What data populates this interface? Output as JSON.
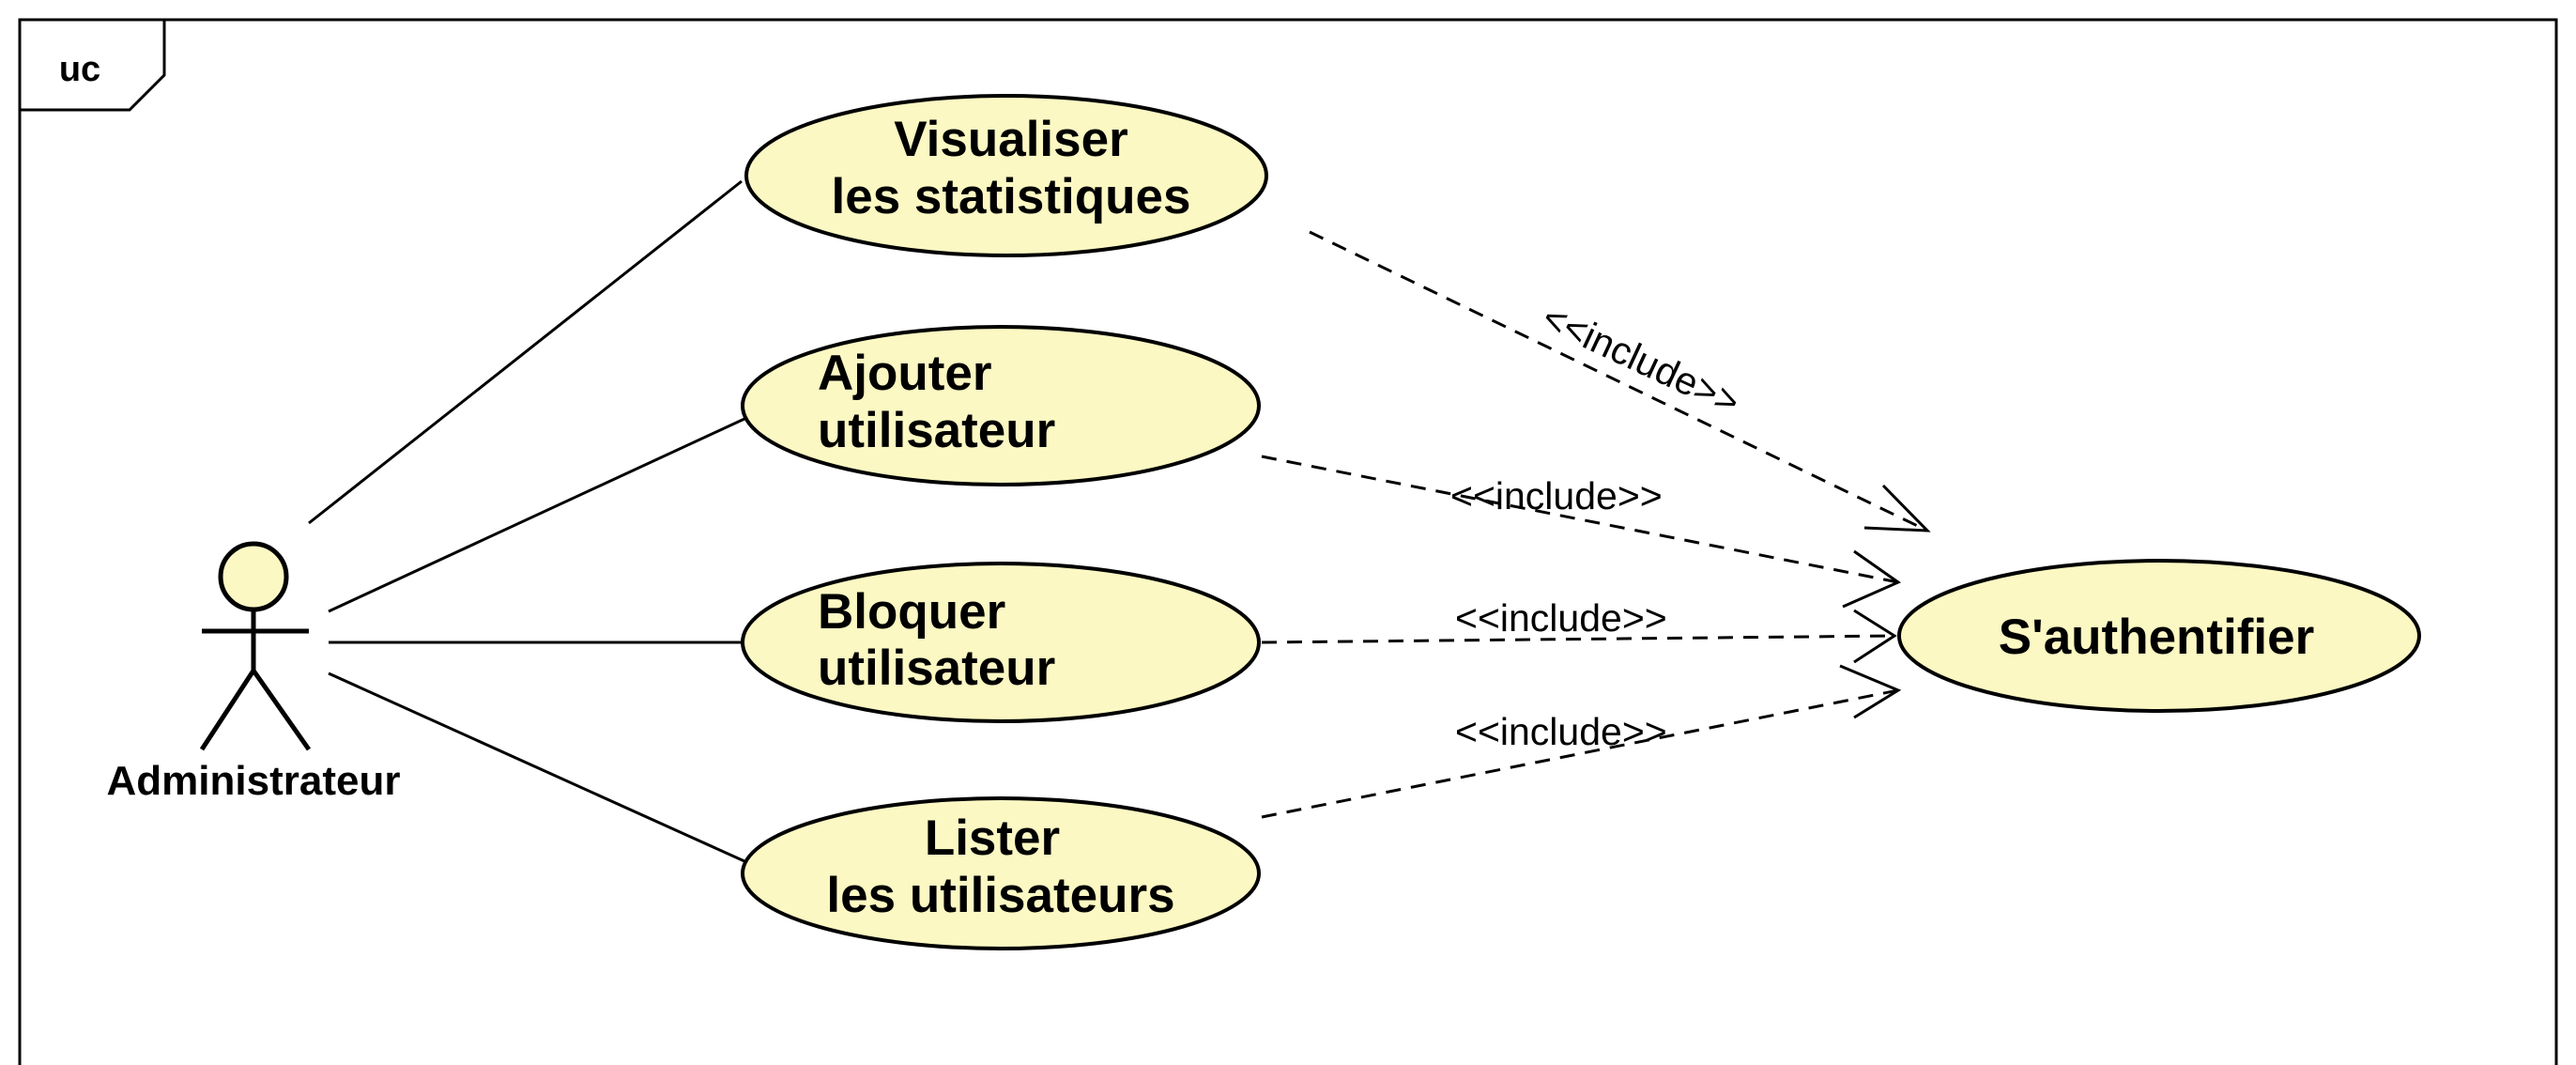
{
  "frame": {
    "label": "uc"
  },
  "colors": {
    "usecase_fill": "#fbf8c3",
    "stroke": "#000000",
    "background": "#ffffff"
  },
  "actor": {
    "name": "Administrateur",
    "icon": "stick-figure-actor-icon"
  },
  "use_cases": {
    "visualiser_stats": {
      "lines": [
        "Visualiser",
        "les statistiques"
      ]
    },
    "ajouter_utilisateur": {
      "lines": [
        "Ajouter",
        "utilisateur"
      ]
    },
    "bloquer_utilisateur": {
      "lines": [
        "Bloquer",
        "utilisateur"
      ]
    },
    "lister_utilisateurs": {
      "lines": [
        "Lister",
        "les utilisateurs"
      ]
    },
    "authentifier": {
      "label": "S'authentifier"
    }
  },
  "relations": {
    "stereotype": "<<include>>",
    "include_1": {
      "from": "Visualiser les statistiques",
      "to": "S'authentifier",
      "label": "<<include>>"
    },
    "include_2": {
      "from": "Ajouter utilisateur",
      "to": "S'authentifier",
      "label": "<<include>>"
    },
    "include_3": {
      "from": "Bloquer utilisateur",
      "to": "S'authentifier",
      "label": "<<include>>"
    },
    "include_4": {
      "from": "Lister les utilisateurs",
      "to": "S'authentifier",
      "label": "<<include>>"
    }
  }
}
